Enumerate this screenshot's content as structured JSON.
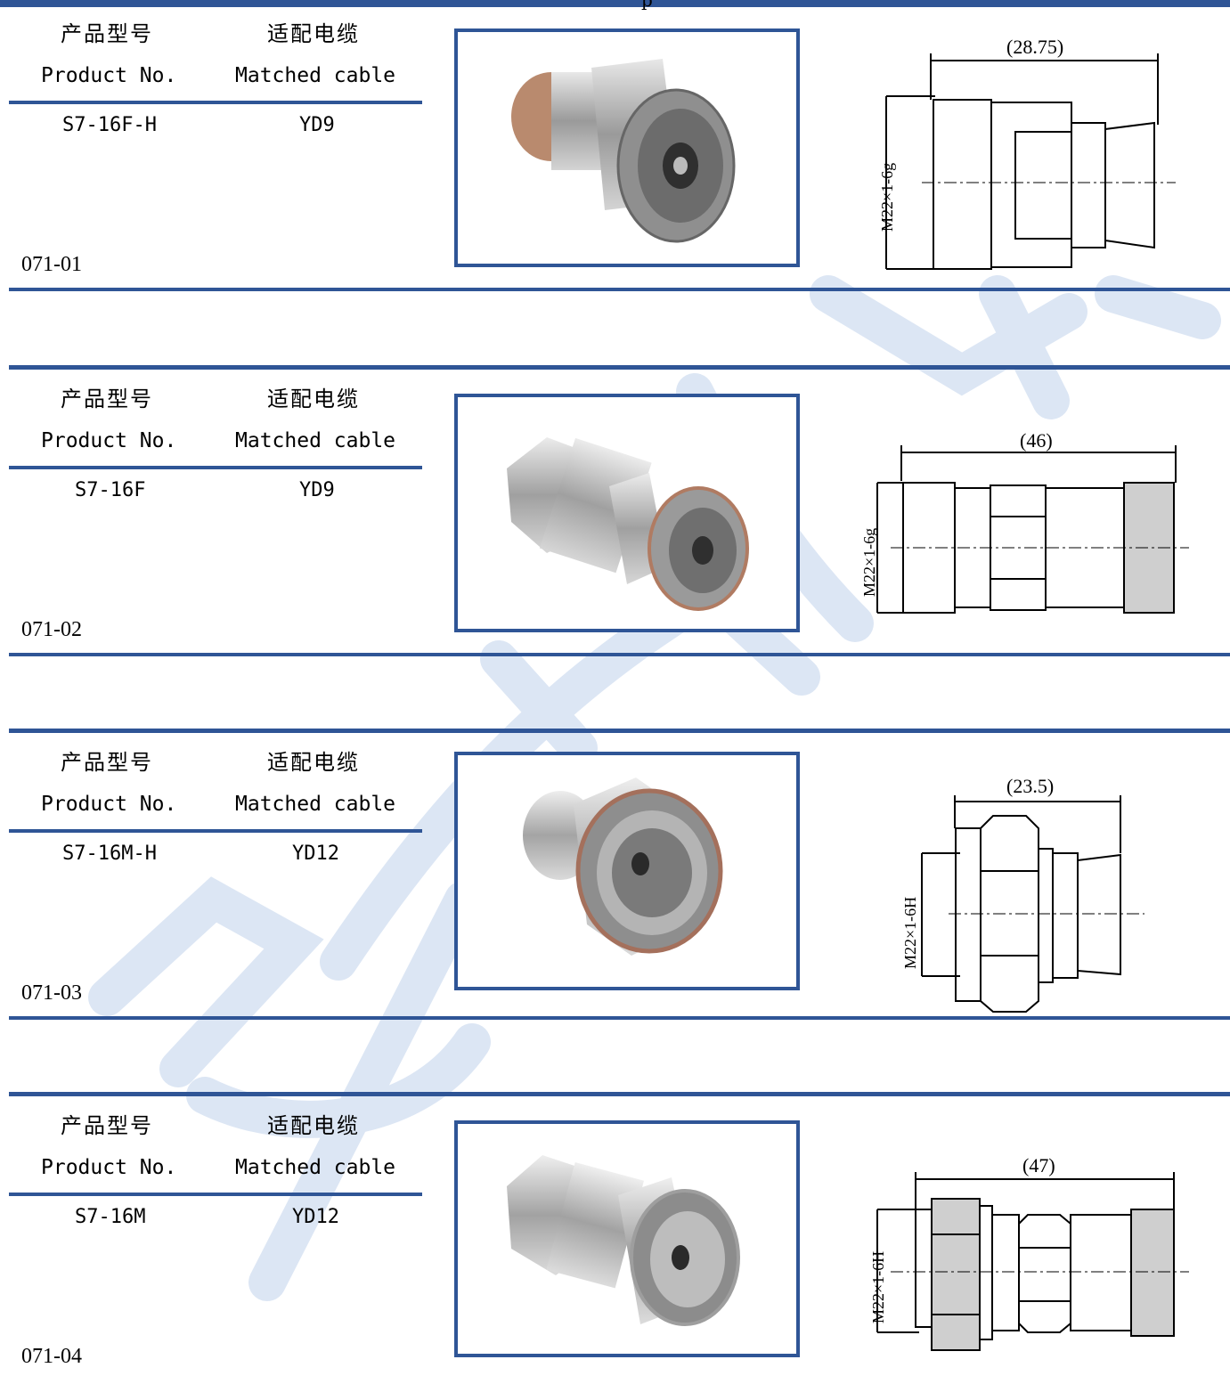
{
  "header": {
    "partial_title": "p"
  },
  "labels": {
    "product_cn": "产品型号",
    "product_en": "Product No.",
    "cable_cn": "适配电缆",
    "cable_en": "Matched cable"
  },
  "colors": {
    "accent": "#2f5596",
    "watermark": "#dce6f4"
  },
  "items": [
    {
      "code": "071-01",
      "product_no": "S7-16F-H",
      "cable": "YD9",
      "dimension": "(28.75)",
      "thread": "M22×1-6g",
      "image": "connector-female-short-image"
    },
    {
      "code": "071-02",
      "product_no": "S7-16F",
      "cable": "YD9",
      "dimension": "(46)",
      "thread": "M22×1-6g",
      "image": "connector-female-long-image"
    },
    {
      "code": "071-03",
      "product_no": "S7-16M-H",
      "cable": "YD12",
      "dimension": "(23.5)",
      "thread": "M22×1-6H",
      "image": "connector-male-short-image"
    },
    {
      "code": "071-04",
      "product_no": "S7-16M",
      "cable": "YD12",
      "dimension": "(47)",
      "thread": "M22×1-6H",
      "image": "connector-male-long-image"
    }
  ]
}
